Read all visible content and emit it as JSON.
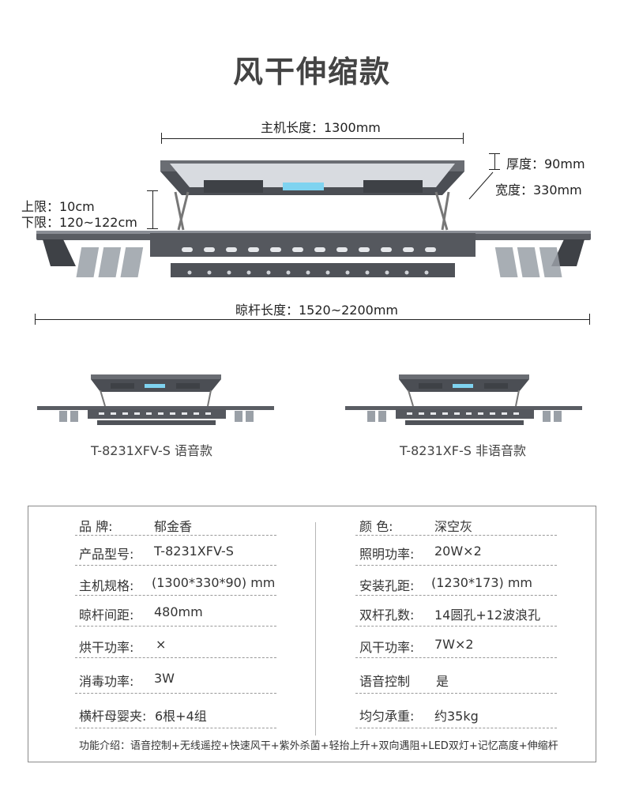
{
  "title": "风干伸缩款",
  "main_drawing": {
    "host_length": "主机长度：1300mm",
    "thickness": "厚度：90mm",
    "width": "宽度：330mm",
    "upper_limit": "上限：10cm",
    "lower_limit": "下限：120~122cm",
    "rod_length": "晾杆长度：1520~2200mm"
  },
  "models": [
    {
      "label": "T-8231XFV-S  语音款"
    },
    {
      "label": "T-8231XF-S  非语音款"
    }
  ],
  "specs": {
    "left": [
      {
        "key": "品      牌:",
        "value": "郁金香"
      },
      {
        "key": "产品型号:",
        "value": "T-8231XFV-S"
      },
      {
        "key": "主机规格:",
        "value": "(1300*330*90) mm"
      },
      {
        "key": "晾杆间距:",
        "value": "480mm"
      },
      {
        "key": "烘干功率:",
        "value": "×"
      },
      {
        "key": "消毒功率:",
        "value": "3W"
      },
      {
        "key": "横杆母婴夹:",
        "value": "6根+4组"
      }
    ],
    "right": [
      {
        "key": "颜      色:",
        "value": "深空灰"
      },
      {
        "key": "照明功率:",
        "value": "20W×2"
      },
      {
        "key": "安装孔距:",
        "value": "(1230*173) mm"
      },
      {
        "key": "双杆孔数:",
        "value": "14圆孔+12波浪孔"
      },
      {
        "key": "风干功率:",
        "value": "7W×2"
      },
      {
        "key": "语音控制",
        "value": "是"
      },
      {
        "key": "均匀承重:",
        "value": "约35kg"
      }
    ],
    "features": "功能介绍：语音控制+无线遥控+快速风干+紫外杀菌+轻抬上升+双向遇阻+LED双灯+记忆高度+伸缩杆"
  },
  "colors": {
    "frame": "#5a5d63",
    "frame_light": "#8a8e95",
    "accent_light": "#7fd3f0"
  }
}
